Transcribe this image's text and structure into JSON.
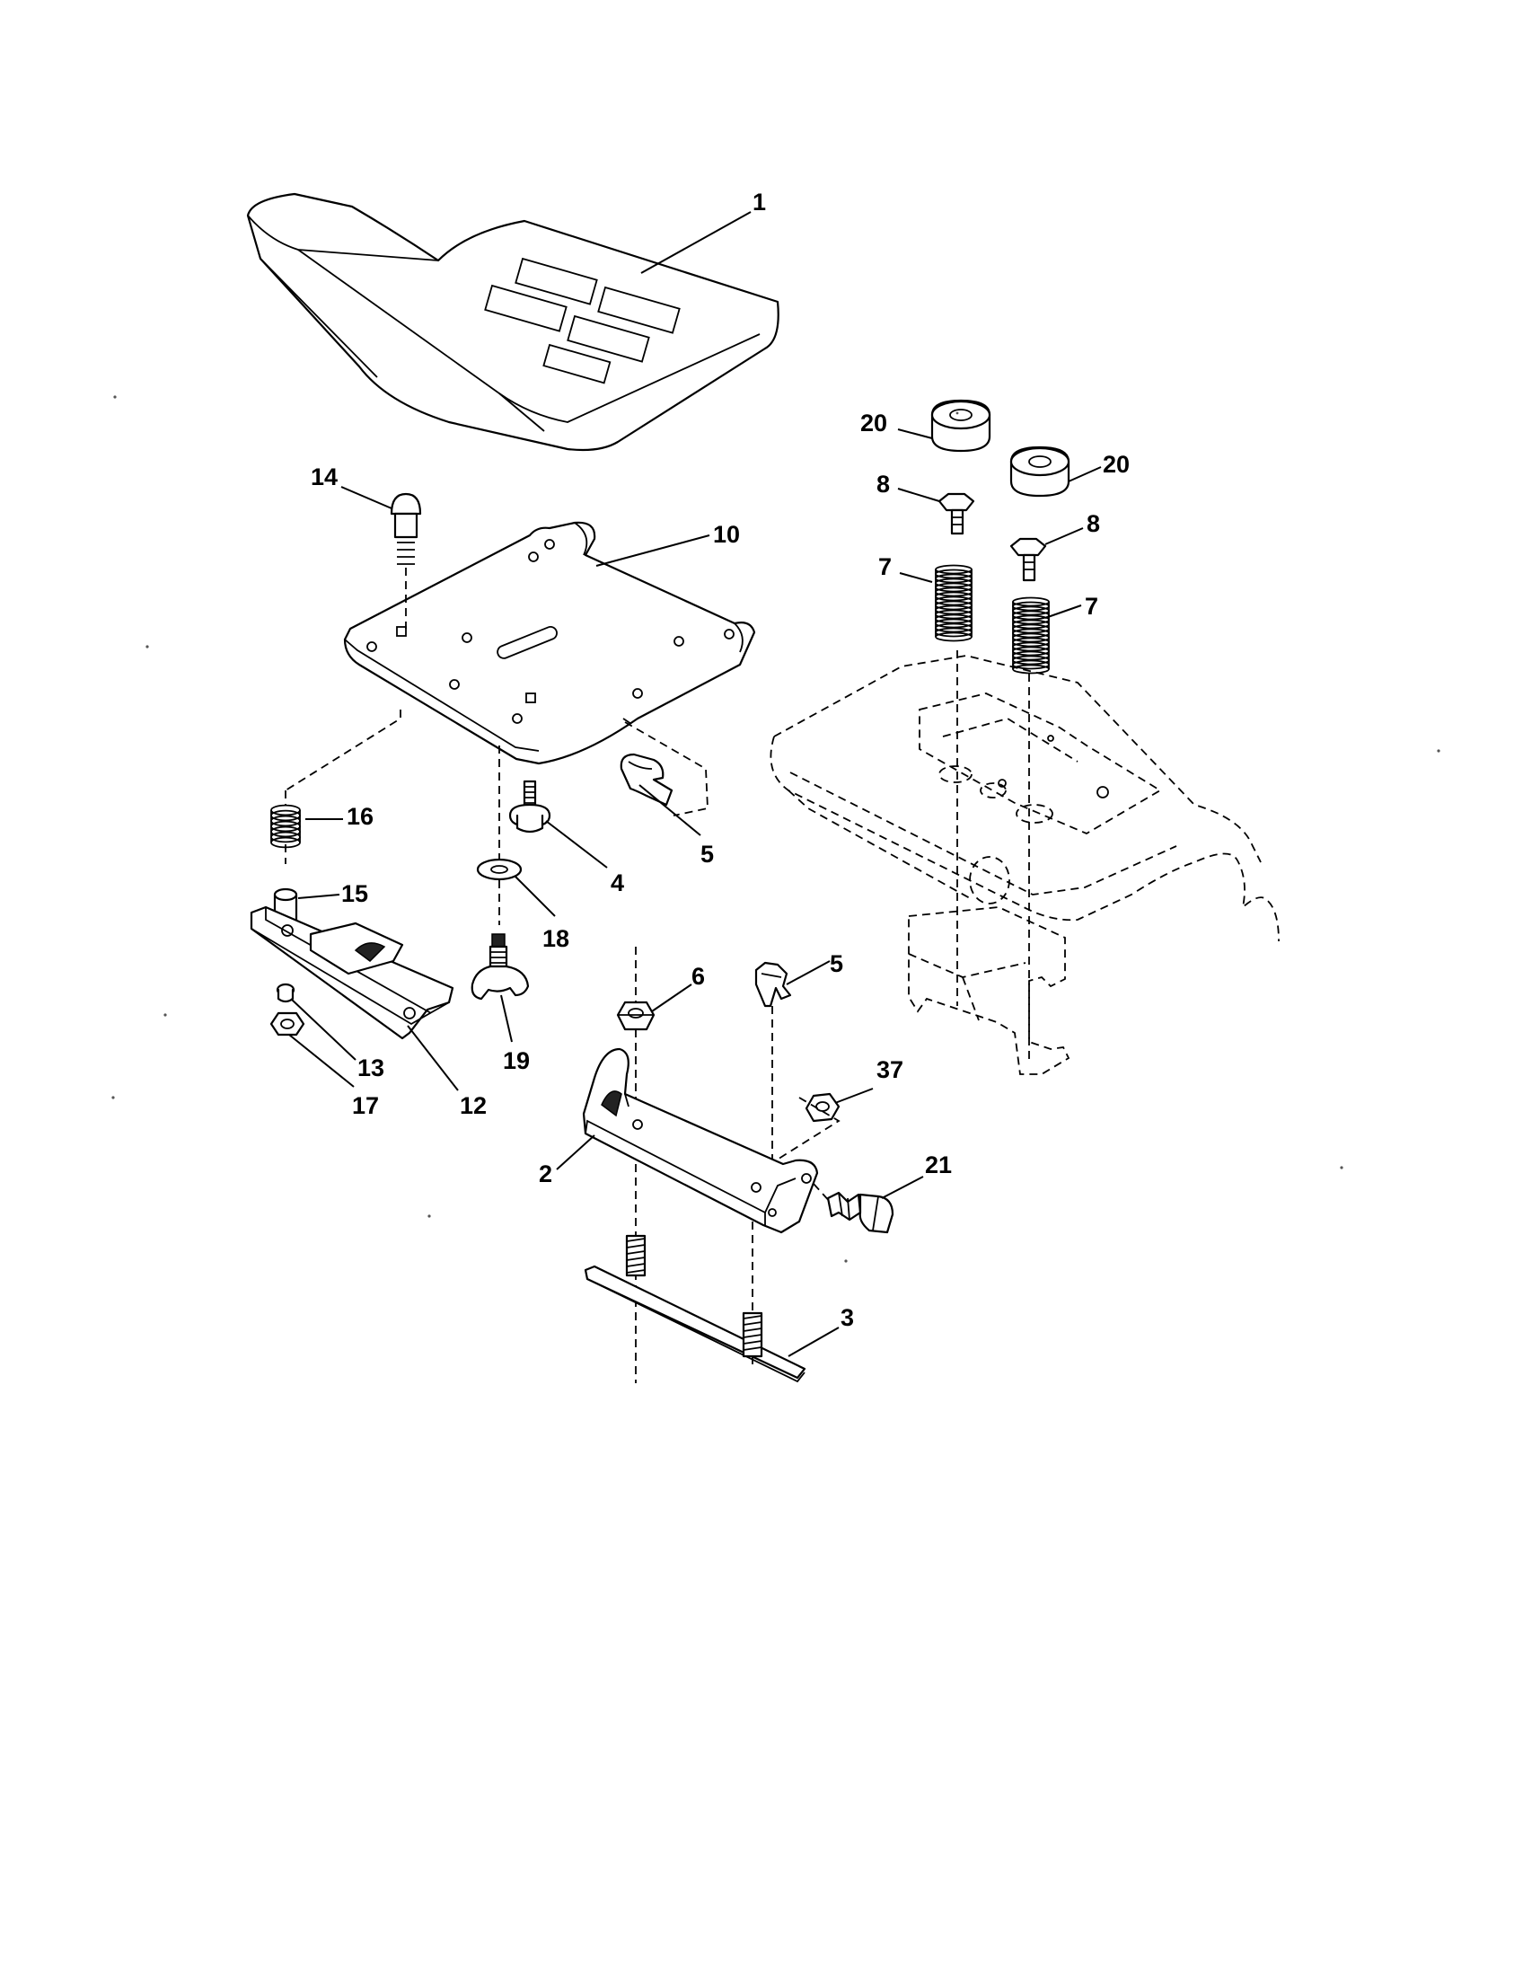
{
  "callouts": {
    "c1": "1",
    "c2": "2",
    "c3": "3",
    "c4": "4",
    "c5a": "5",
    "c5b": "5",
    "c6": "6",
    "c7a": "7",
    "c7b": "7",
    "c8a": "8",
    "c8b": "8",
    "c10": "10",
    "c12": "12",
    "c13": "13",
    "c14": "14",
    "c15": "15",
    "c16": "16",
    "c17": "17",
    "c18": "18",
    "c19": "19",
    "c20a": "20",
    "c20b": "20",
    "c21": "21",
    "c37": "37"
  }
}
